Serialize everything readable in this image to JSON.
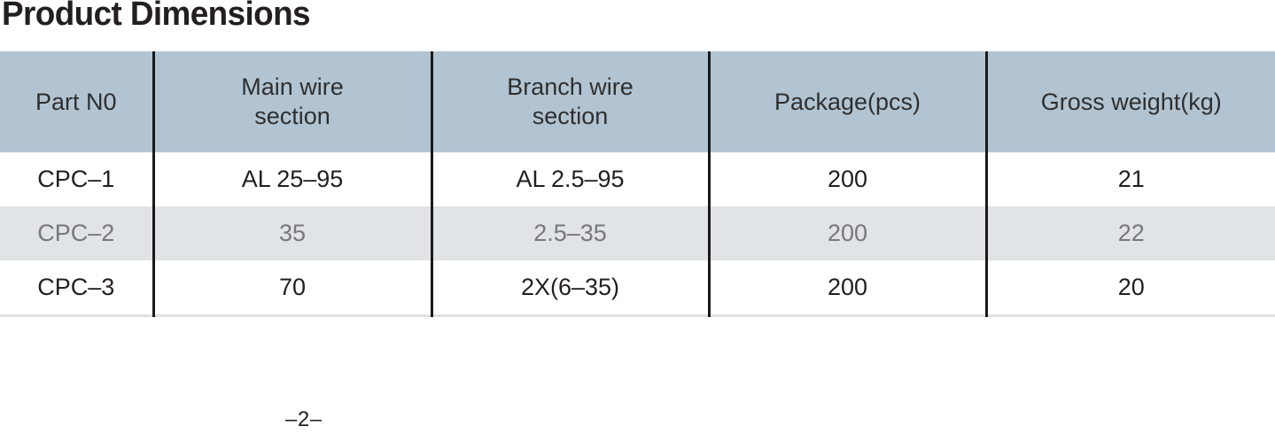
{
  "document": {
    "title": "Product Dimensions",
    "page_number": "–2–"
  },
  "colors": {
    "header_band": "#b2c4d2",
    "alt_row": "#e0e4e6",
    "divider": "#1a1a1a",
    "text": "#231f20",
    "alt_row_text": "#767879",
    "bottom_border": "#dde1e4"
  },
  "table": {
    "headers": [
      {
        "line1": "Part N0",
        "line2": ""
      },
      {
        "line1": "Main wire",
        "line2": "section"
      },
      {
        "line1": "Branch wire",
        "line2": "section"
      },
      {
        "line1": "Package(pcs)",
        "line2": ""
      },
      {
        "line1": "Gross weight(kg)",
        "line2": ""
      }
    ],
    "rows": [
      {
        "part_no": "CPC–1",
        "main_wire_section": "AL 25–95",
        "branch_wire_section": "AL 2.5–95",
        "package_pcs": "200",
        "gross_weight_kg": "21"
      },
      {
        "part_no": "CPC–2",
        "main_wire_section": "35",
        "branch_wire_section": "2.5–35",
        "package_pcs": "200",
        "gross_weight_kg": "22"
      },
      {
        "part_no": "CPC–3",
        "main_wire_section": "70",
        "branch_wire_section": "2X(6–35)",
        "package_pcs": "200",
        "gross_weight_kg": "20"
      }
    ]
  }
}
